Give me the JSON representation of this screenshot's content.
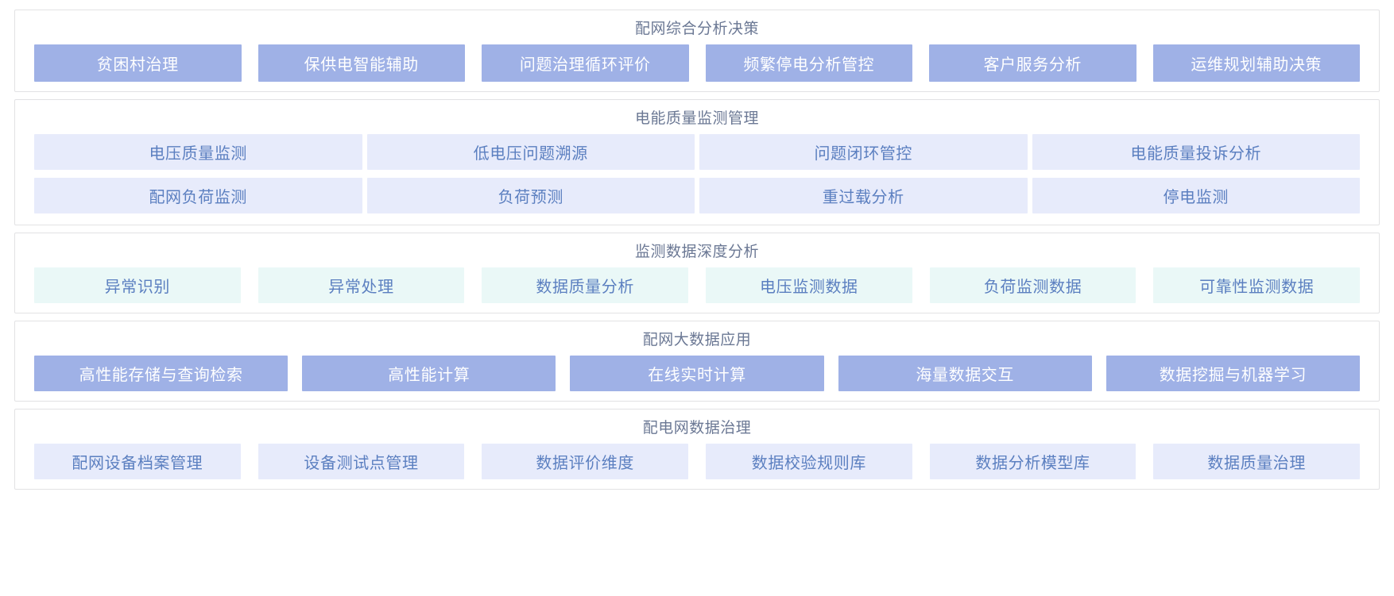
{
  "colors": {
    "panel_border": "#e2e2e4",
    "title_text": "#6b7894",
    "tile_blue_bg": "#9fb1e6",
    "tile_blue_text": "#ffffff",
    "tile_lavender_bg": "#e7ebfb",
    "tile_mint_bg": "#eaf8f7",
    "tile_light_text": "#5b7fc0",
    "page_bg": "#ffffff"
  },
  "sections": [
    {
      "id": "comprehensive-analysis-decision",
      "title": "配网综合分析决策",
      "style": "blue",
      "rows": [
        [
          "贫困村治理",
          "保供电智能辅助",
          "问题治理循环评价",
          "频繁停电分析管控",
          "客户服务分析",
          "运维规划辅助决策"
        ]
      ]
    },
    {
      "id": "power-quality-monitoring-management",
      "title": "电能质量监测管理",
      "style": "lavender",
      "rows": [
        [
          "电压质量监测",
          "低电压问题溯源",
          "问题闭环管控",
          "电能质量投诉分析"
        ],
        [
          "配网负荷监测",
          "负荷预测",
          "重过载分析",
          "停电监测"
        ]
      ]
    },
    {
      "id": "monitoring-data-deep-analysis",
      "title": "监测数据深度分析",
      "style": "mint",
      "rows": [
        [
          "异常识别",
          "异常处理",
          "数据质量分析",
          "电压监测数据",
          "负荷监测数据",
          "可靠性监测数据"
        ]
      ]
    },
    {
      "id": "distribution-network-big-data-application",
      "title": "配网大数据应用",
      "style": "blue",
      "rows": [
        [
          "高性能存储与查询检索",
          "高性能计算",
          "在线实时计算",
          "海量数据交互",
          "数据挖掘与机器学习"
        ]
      ]
    },
    {
      "id": "distribution-network-data-governance",
      "title": "配电网数据治理",
      "style": "lavender",
      "rows": [
        [
          "配网设备档案管理",
          "设备测试点管理",
          "数据评价维度",
          "数据校验规则库",
          "数据分析模型库",
          "数据质量治理"
        ]
      ]
    }
  ]
}
